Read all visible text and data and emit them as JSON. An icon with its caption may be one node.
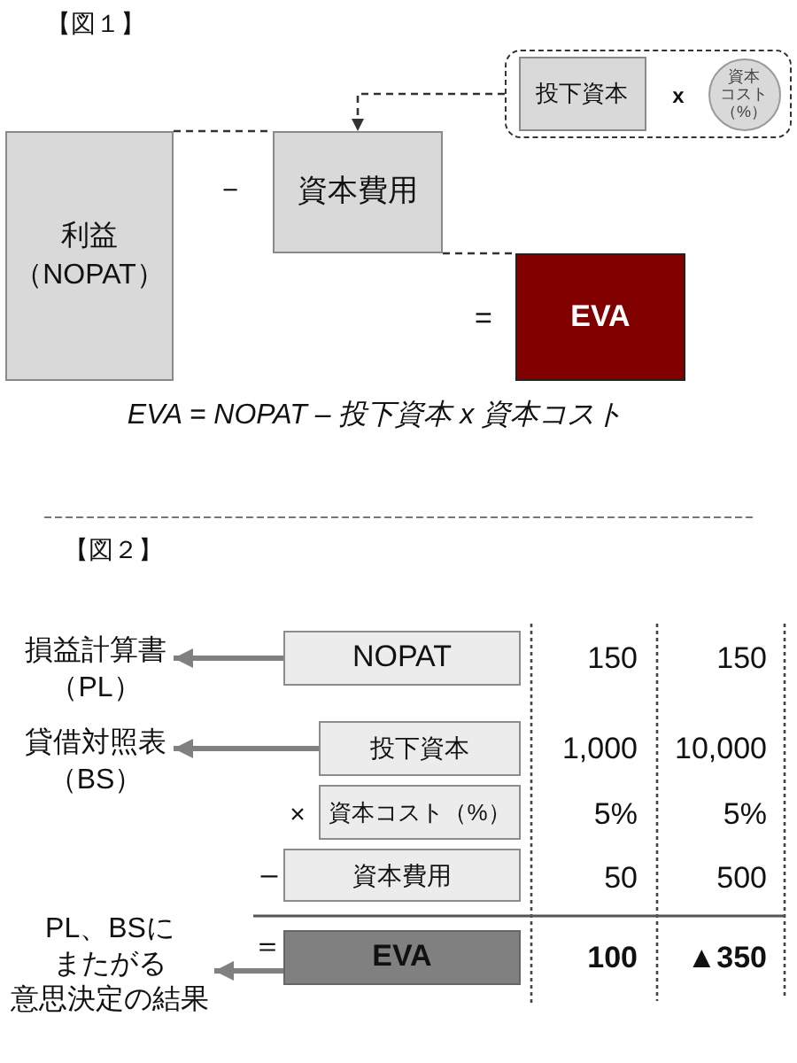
{
  "diagram": {
    "nodes": [
      {
        "text": [],
        "shape": "box"
      },
      {
        "text": [
          "投下資本"
        ],
        "in": 0
      },
      {
        "text": [
          "資本コスト（%）"
        ],
        "in": 0
      },
      {
        "text": [
          "利益（NOPAT）"
        ]
      },
      {
        "text": [
          "資本費用"
        ]
      },
      {
        "text": [
          "EVA"
        ]
      },
      {
        "text": [
          "損益計算書（PL）"
        ]
      },
      {
        "text": [
          "NOPAT"
        ]
      },
      {
        "text": [
          "貸借対照表（BS）"
        ]
      },
      {
        "text": [
          "投下資本"
        ]
      },
      {
        "text": [
          "資本コスト（%）"
        ]
      },
      {
        "text": [
          "資本費用"
        ]
      },
      {
        "text": [
          "PL、BSにまたがる意思決定の結果"
        ]
      },
      {
        "text": [
          "EVA"
        ]
      }
    ],
    "edges": [
      {
        "from": 0,
        "to": 4,
        "arrow": "to",
        "style": "dashed"
      },
      {
        "from": 3,
        "to": 4,
        "arrow": "none",
        "style": "dashed"
      },
      {
        "from": 4,
        "to": 5,
        "arrow": "none",
        "style": "dashed"
      },
      {
        "from": 7,
        "to": 6,
        "arrow": "to",
        "style": "thick",
        "color": "#808080"
      },
      {
        "from": 9,
        "to": 8,
        "arrow": "to",
        "style": "thick",
        "color": "#808080"
      },
      {
        "from": 13,
        "to": 12,
        "arrow": "to",
        "style": "thick",
        "color": "#808080"
      }
    ],
    "labels": [
      "【図１】",
      "－",
      "x",
      "=",
      "EVA = NOPAT – 投下資本 x 資本コスト",
      "【図２】",
      "150",
      "150",
      "1,000",
      "10,000",
      "×",
      "5%",
      "5%",
      "–",
      "50",
      "500",
      "＝",
      "100",
      "▲350"
    ]
  }
}
